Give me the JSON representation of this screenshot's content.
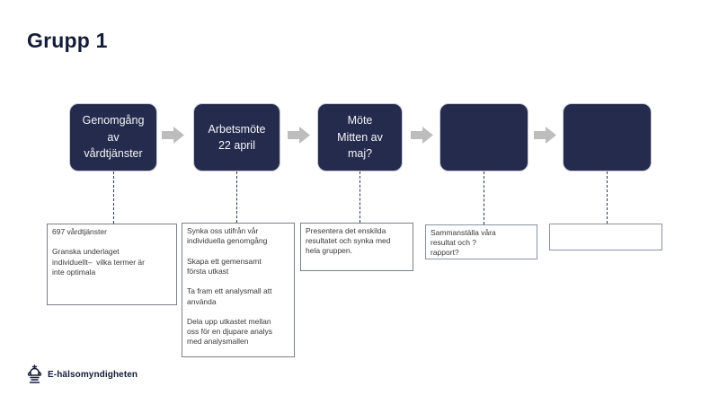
{
  "slide": {
    "title": "Grupp 1",
    "background": "#ffffff"
  },
  "colors": {
    "step_navy": "#252b4d",
    "title_navy": "#131c38",
    "arrow_gray": "#bdbdbd",
    "note_border": "#7b7f88",
    "note_border_alt": "#8b92a6",
    "dashed_line": "#2f3552",
    "note_text": "#383838"
  },
  "flow": {
    "steps": [
      {
        "label": "Genomgång\nav\nvårdtjänster",
        "note": "697 vårdtjänster\n\nGranska underlaget\nindividuellt–  vilka termer är\ninte optimala"
      },
      {
        "label": "Arbetsmöte\n22 april",
        "note": "Synka oss utifrån vår\nindividuella genomgång\n\nSkapa ett gemensamt\nförsta utkast\n\nTa fram ett analysmall att\nanvända\n\nDela upp utkastet mellan\noss för en djupare analys\nmed analysmallen"
      },
      {
        "label": "Möte\nMitten av\nmaj?",
        "note": "Presentera det enskilda\nresultatet och synka med\nhela gruppen."
      },
      {
        "label": "",
        "note": "Sammanställa våra\nresultat och ?\nrapport?"
      },
      {
        "label": "",
        "note": ""
      }
    ]
  },
  "footer": {
    "logo_text": "E-hälsomyndigheten",
    "logo_icon": "crown-icon"
  }
}
